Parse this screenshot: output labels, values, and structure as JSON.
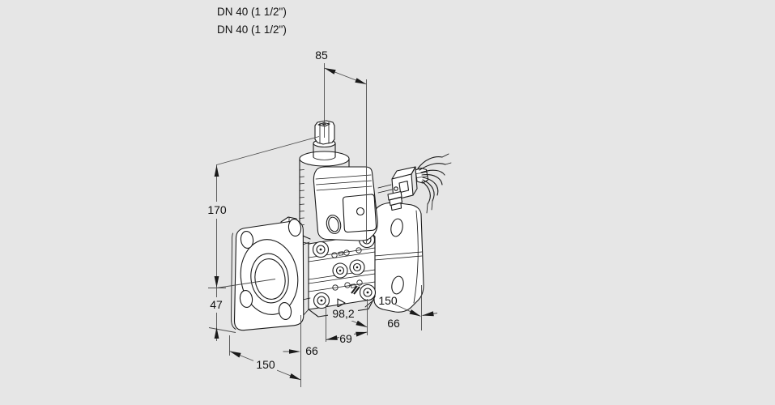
{
  "labels": {
    "dn_line1": "DN 40 (1 1/2\")",
    "dn_line2": "DN 40 (1 1/2\")"
  },
  "dims": {
    "top_width": "85",
    "above_center": "170",
    "below_center": "47",
    "left_flange_width": "150",
    "depth_front": "66",
    "depth_mid": "69",
    "depth_total": "98,2",
    "right_flange_width": "150",
    "depth_rear": "66"
  },
  "colors": {
    "background": "#e6e6e6",
    "drawing_line": "#1a1a1a",
    "dimension_line": "#4d4d4d",
    "part_fill": "#ffffff",
    "text": "#111111"
  }
}
